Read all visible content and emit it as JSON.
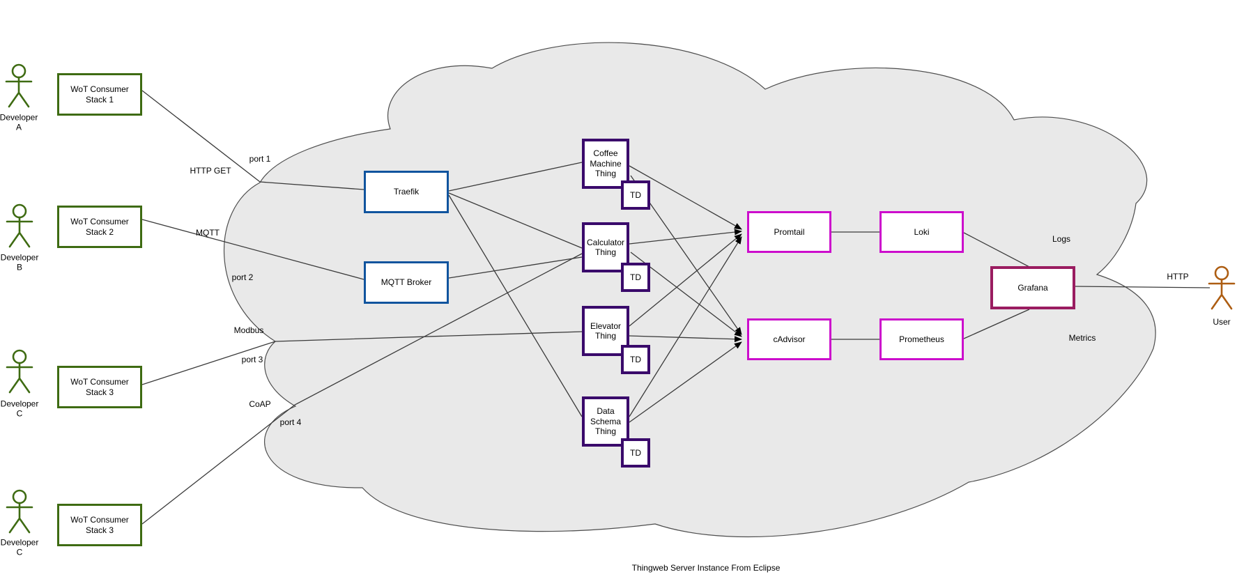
{
  "title": "Thingweb Server Instance From Eclipse",
  "colors": {
    "green": "#3e6b12",
    "blue": "#10549e",
    "purple": "#3a0a6b",
    "magenta": "#cc0dcc",
    "maroon": "#9a1c60",
    "orange": "#ad5d12",
    "cloud_fill": "#e9e9e9",
    "cloud_stroke": "#4d4d4d",
    "line": "#3a3a3a"
  },
  "actors": {
    "developer_a": {
      "label": "Developer\nA"
    },
    "developer_b": {
      "label": "Developer\nB"
    },
    "developer_c1": {
      "label": "Developer\nC"
    },
    "developer_c2": {
      "label": "Developer\nC"
    },
    "user": {
      "label": "User"
    }
  },
  "stacks": [
    {
      "label": "WoT Consumer\nStack 1"
    },
    {
      "label": "WoT Consumer\nStack 2"
    },
    {
      "label": "WoT Consumer\nStack 3"
    },
    {
      "label": "WoT Consumer\nStack 3"
    }
  ],
  "nodes": {
    "traefik": {
      "label": "Traefik"
    },
    "mqtt_broker": {
      "label": "MQTT Broker"
    },
    "promtail": {
      "label": "Promtail"
    },
    "loki": {
      "label": "Loki"
    },
    "cadvisor": {
      "label": "cAdvisor"
    },
    "prometheus": {
      "label": "Prometheus"
    },
    "grafana": {
      "label": "Grafana"
    }
  },
  "things": [
    {
      "label": "Coffee\nMachine\nThing",
      "td_label": "TD"
    },
    {
      "label": "Calculator\nThing",
      "td_label": "TD"
    },
    {
      "label": "Elevator\nThing",
      "td_label": "TD"
    },
    {
      "label": "Data\nSchema\nThing",
      "td_label": "TD"
    }
  ],
  "edge_labels": {
    "http_get": "HTTP GET",
    "port1": "port 1",
    "mqtt": "MQTT",
    "port2": "port 2",
    "modbus": "Modbus",
    "port3": "port 3",
    "coap": "CoAP",
    "port4": "port 4",
    "logs": "Logs",
    "metrics": "Metrics",
    "http": "HTTP"
  }
}
